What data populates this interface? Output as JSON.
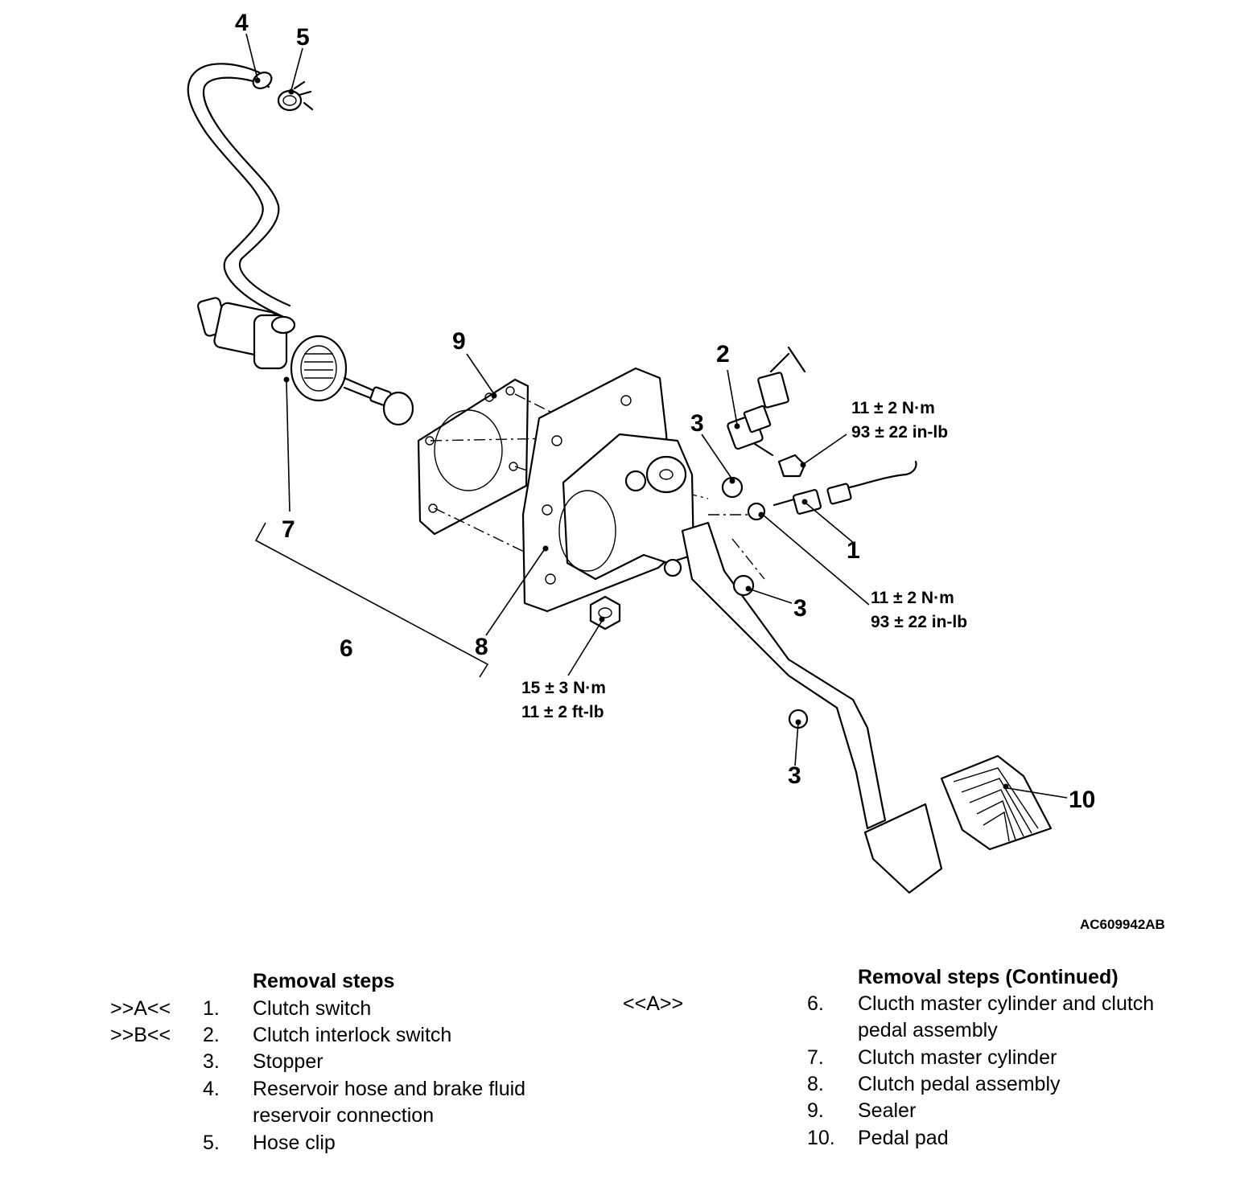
{
  "figure_id": "AC609942AB",
  "callouts": {
    "c1": "1",
    "c2": "2",
    "c3a": "3",
    "c3b": "3",
    "c3c": "3",
    "c4": "4",
    "c5": "5",
    "c6": "6",
    "c7": "7",
    "c8": "8",
    "c9": "9",
    "c10": "10"
  },
  "torque_specs": {
    "interlock_switch": [
      "11 ± 2 N·m",
      "93 ± 22 in-lb"
    ],
    "clutch_switch": [
      "11 ± 2 N·m",
      "93 ± 22 in-lb"
    ],
    "pedal_nut": [
      "15 ± 3 N·m",
      "11 ± 2 ft-lb"
    ]
  },
  "removal_steps": {
    "heading": "Removal steps",
    "items": [
      {
        "tag": ">>A<<",
        "num": "1.",
        "text": "Clutch switch"
      },
      {
        "tag": ">>B<<",
        "num": "2.",
        "text": "Clutch interlock switch"
      },
      {
        "tag": "",
        "num": "3.",
        "text": "Stopper"
      },
      {
        "tag": "",
        "num": "4.",
        "text": "Reservoir hose and brake fluid"
      },
      {
        "tag": "",
        "num": "",
        "text": "reservoir connection"
      },
      {
        "tag": "",
        "num": "5.",
        "text": "Hose clip"
      }
    ]
  },
  "removal_steps_continued": {
    "heading": "Removal steps (Continued)",
    "items": [
      {
        "tag": "<<A>>",
        "num": "6.",
        "text": "Clucth master cylinder and clutch"
      },
      {
        "tag": "",
        "num": "",
        "text": "pedal assembly"
      },
      {
        "tag": "",
        "num": "7.",
        "text": "Clutch master cylinder"
      },
      {
        "tag": "",
        "num": "8.",
        "text": "Clutch pedal assembly"
      },
      {
        "tag": "",
        "num": "9.",
        "text": "Sealer"
      },
      {
        "tag": "",
        "num": "10.",
        "text": "Pedal pad"
      }
    ]
  }
}
